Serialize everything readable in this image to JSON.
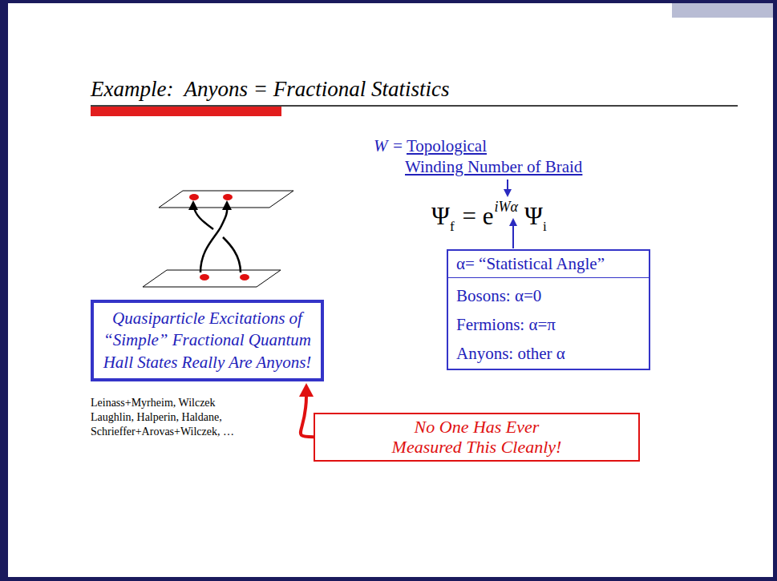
{
  "diagram": {
    "title": "Example:  Anyons = Fractional Statistics",
    "nodes": [
      {
        "text": [
          "α= “Statistical Angle”",
          "Bosons: α=0",
          "Fermions: α=π",
          "Anyons: other α"
        ]
      },
      {
        "text": [
          "Quasiparticle Excitations of “Simple” Fractional Quantum Hall States Really Are Anyons!"
        ]
      },
      {
        "text": [
          "No One Has Ever Measured This Cleanly!"
        ]
      }
    ],
    "edges": [
      {
        "from": 2,
        "to": 1,
        "arrow": "to"
      }
    ],
    "labels": [
      "W =",
      "Topological",
      "Winding Number of Braid",
      "Ψ",
      "f",
      "= e",
      "iWα",
      "Ψ",
      "i",
      "Leinass+Myrheim, Wilczek Laughlin, Halperin, Haldane, Schrieffer+Arovas+Wilczek, …"
    ]
  }
}
